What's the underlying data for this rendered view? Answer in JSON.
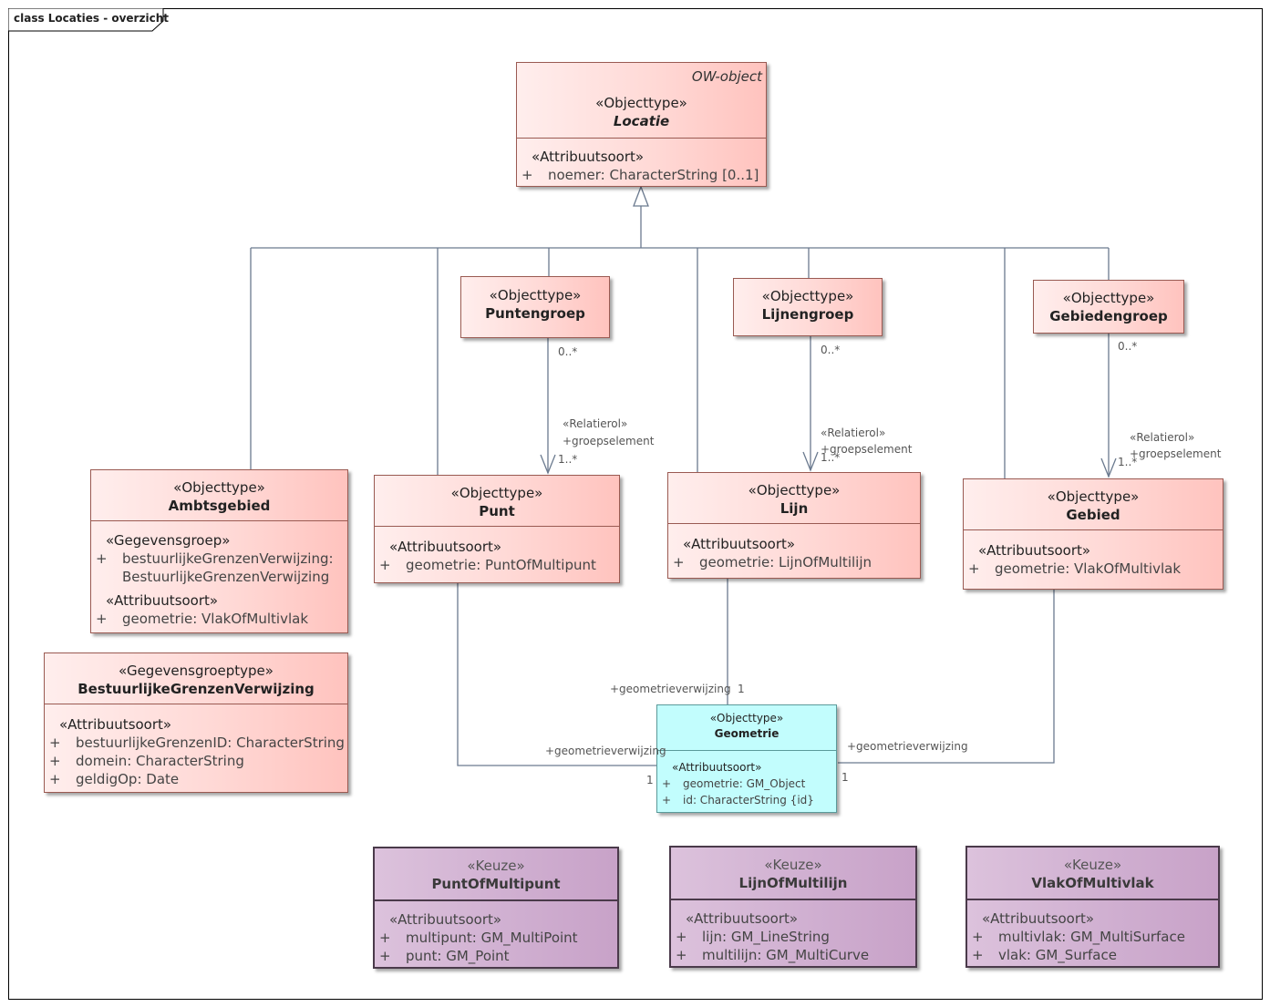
{
  "frame": {
    "title": "class Locaties - overzicht"
  },
  "classes": {
    "locatie": {
      "tag": "OW-object",
      "stereotype": "«Objecttype»",
      "name": "Locatie",
      "compartments": [
        {
          "stereotype": "«Attribuutsoort»",
          "attrs": [
            {
              "vis": "+",
              "text": "noemer: CharacterString [0..1]"
            }
          ]
        }
      ]
    },
    "puntengroep": {
      "stereotype": "«Objecttype»",
      "name": "Puntengroep"
    },
    "lijnengroep": {
      "stereotype": "«Objecttype»",
      "name": "Lijnengroep"
    },
    "gebiedengroep": {
      "stereotype": "«Objecttype»",
      "name": "Gebiedengroep"
    },
    "ambtsgebied": {
      "stereotype": "«Objecttype»",
      "name": "Ambtsgebied",
      "compartments": [
        {
          "stereotype": "«Gegevensgroep»",
          "attrs": [
            {
              "vis": "+",
              "text": "bestuurlijkeGrenzenVerwijzing:",
              "text2": "BestuurlijkeGrenzenVerwijzing"
            }
          ]
        },
        {
          "stereotype": "«Attribuutsoort»",
          "attrs": [
            {
              "vis": "+",
              "text": "geometrie: VlakOfMultivlak"
            }
          ]
        }
      ]
    },
    "punt": {
      "stereotype": "«Objecttype»",
      "name": "Punt",
      "compartments": [
        {
          "stereotype": "«Attribuutsoort»",
          "attrs": [
            {
              "vis": "+",
              "text": "geometrie: PuntOfMultipunt"
            }
          ]
        }
      ]
    },
    "lijn": {
      "stereotype": "«Objecttype»",
      "name": "Lijn",
      "compartments": [
        {
          "stereotype": "«Attribuutsoort»",
          "attrs": [
            {
              "vis": "+",
              "text": "geometrie: LijnOfMultilijn"
            }
          ]
        }
      ]
    },
    "gebied": {
      "stereotype": "«Objecttype»",
      "name": "Gebied",
      "compartments": [
        {
          "stereotype": "«Attribuutsoort»",
          "attrs": [
            {
              "vis": "+",
              "text": "geometrie: VlakOfMultivlak"
            }
          ]
        }
      ]
    },
    "bestuurlijke": {
      "stereotype": "«Gegevensgroeptype»",
      "name": "BestuurlijkeGrenzenVerwijzing",
      "compartments": [
        {
          "stereotype": "«Attribuutsoort»",
          "attrs": [
            {
              "vis": "+",
              "text": "bestuurlijkeGrenzenID: CharacterString"
            },
            {
              "vis": "+",
              "text": "domein: CharacterString"
            },
            {
              "vis": "+",
              "text": "geldigOp: Date"
            }
          ]
        }
      ]
    },
    "geometrie": {
      "stereotype": "«Objecttype»",
      "name": "Geometrie",
      "compartments": [
        {
          "stereotype": "«Attribuutsoort»",
          "attrs": [
            {
              "vis": "+",
              "text": "geometrie: GM_Object"
            },
            {
              "vis": "+",
              "text": "id: CharacterString {id}"
            }
          ]
        }
      ]
    },
    "puntofmultipunt": {
      "stereotype": "«Keuze»",
      "name": "PuntOfMultipunt",
      "compartments": [
        {
          "stereotype": "«Attribuutsoort»",
          "attrs": [
            {
              "vis": "+",
              "text": "multipunt: GM_MultiPoint"
            },
            {
              "vis": "+",
              "text": "punt: GM_Point"
            }
          ]
        }
      ]
    },
    "lijnofmultilijn": {
      "stereotype": "«Keuze»",
      "name": "LijnOfMultilijn",
      "compartments": [
        {
          "stereotype": "«Attribuutsoort»",
          "attrs": [
            {
              "vis": "+",
              "text": "lijn: GM_LineString"
            },
            {
              "vis": "+",
              "text": "multilijn: GM_MultiCurve"
            }
          ]
        }
      ]
    },
    "vlakofmultivlak": {
      "stereotype": "«Keuze»",
      "name": "VlakOfMultivlak",
      "compartments": [
        {
          "stereotype": "«Attribuutsoort»",
          "attrs": [
            {
              "vis": "+",
              "text": "multivlak: GM_MultiSurface"
            },
            {
              "vis": "+",
              "text": "vlak: GM_Surface"
            }
          ]
        }
      ]
    }
  },
  "labels": {
    "mult_0_star": "0..*",
    "mult_1_star": "1..*",
    "mult_1": "1",
    "relatierol": "«Relatierol»",
    "groepselement": "+groepselement",
    "geometrieverwijzing": "+geometrieverwijzing"
  },
  "colors": {
    "line": "#6b7a8f",
    "pink": "#ffd0cc",
    "cyan": "#c2fdfd",
    "purple": "#cfaed0"
  }
}
